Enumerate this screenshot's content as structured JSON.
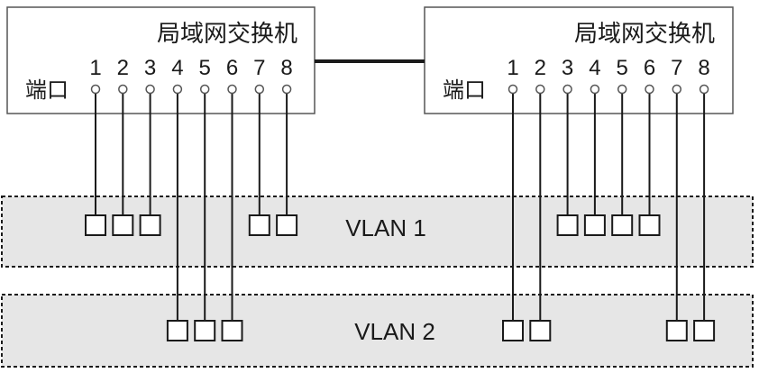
{
  "switch_left": {
    "title": "局域网交换机",
    "port_label": "端口",
    "ports": [
      "1",
      "2",
      "3",
      "4",
      "5",
      "6",
      "7",
      "8"
    ]
  },
  "switch_right": {
    "title": "局域网交换机",
    "port_label": "端口",
    "ports": [
      "1",
      "2",
      "3",
      "4",
      "5",
      "6",
      "7",
      "8"
    ]
  },
  "vlans": [
    {
      "name": "VLAN 1",
      "color": "#e6e6e6"
    },
    {
      "name": "VLAN 2",
      "color": "#e6e6e6"
    }
  ],
  "membership": {
    "left": [
      "VLAN 1",
      "VLAN 1",
      "VLAN 1",
      "VLAN 2",
      "VLAN 2",
      "VLAN 2",
      "VLAN 1",
      "VLAN 1"
    ],
    "right": [
      "VLAN 2",
      "VLAN 2",
      "VLAN 1",
      "VLAN 1",
      "VLAN 1",
      "VLAN 1",
      "VLAN 2",
      "VLAN 2"
    ]
  },
  "colors": {
    "line": "#1a1a1a",
    "box_fill": "#ffffff",
    "vlan_border": "#1a1a1a"
  }
}
